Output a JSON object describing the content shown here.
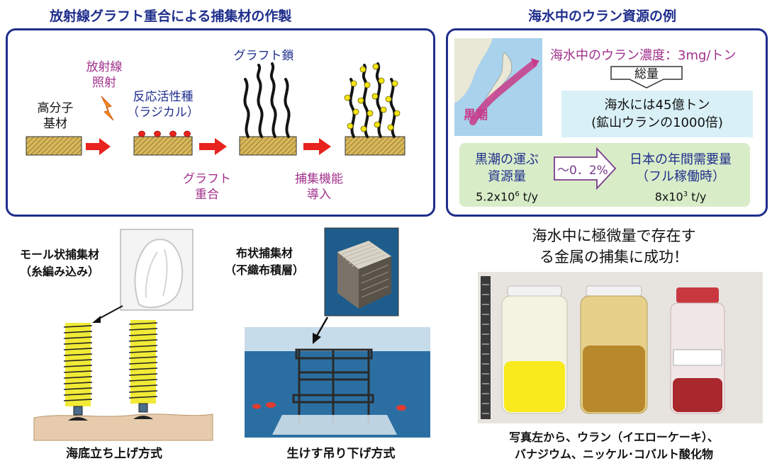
{
  "left_title": "放射線グラフト重合による捕集材の作製",
  "right_title": "海水中のウラン資源の例",
  "process": {
    "base_line1": "高分子",
    "base_line2": "基材",
    "irradiation_line1": "放射線",
    "irradiation_line2": "照射",
    "active_line1": "反応活性種",
    "active_line2": "（ラジカル）",
    "graft_chain": "グラフト鎖",
    "graft_poly_line1": "グラフト",
    "graft_poly_line2": "重合",
    "function_line1": "捕集機能",
    "function_line2": "導入"
  },
  "uranium": {
    "map_label": "黒潮",
    "concentration": "海水中のウラン濃度：3mg/トン",
    "total_label": "総量",
    "total_line1": "海水には45億トン",
    "total_line2": "(鉱山ウランの1000倍)",
    "kuroshio_line1": "黒潮の運ぶ",
    "kuroshio_line2": "資源量",
    "kuroshio_base": "5.2x10",
    "kuroshio_exp": "6",
    "kuroshio_unit": " t/y",
    "ratio": "～0．2%",
    "demand_line1": "日本の年間需要量",
    "demand_line2": "（フル稼働時）",
    "demand_base": "8x10",
    "demand_exp": "3",
    "demand_unit": " t/y"
  },
  "adsorbents": {
    "braid_line1": "モール状捕集材",
    "braid_line2": "（糸編み込み）",
    "cloth_line1": "布状捕集材",
    "cloth_line2": "（不織布積層）",
    "seabed_method": "海底立ち上げ方式",
    "cage_method": "生けす吊り下げ方式"
  },
  "result": {
    "success_line1": "海水中に極微量で存在す",
    "success_line2": "る金属の捕集に成功！",
    "caption_line1": "写真左から、ウラン（イエローケーキ）、",
    "caption_line2": "バナジウム、ニッケル･コバルト酸化物"
  },
  "colors": {
    "frame": "#1f2e8c",
    "arrow": "#e8221e",
    "label_purple": "#a0308c",
    "substrate": "#d9b85a",
    "bead": "#f3e313",
    "cyan_box": "#d9f0f7",
    "green_box": "#d8ecc8"
  }
}
